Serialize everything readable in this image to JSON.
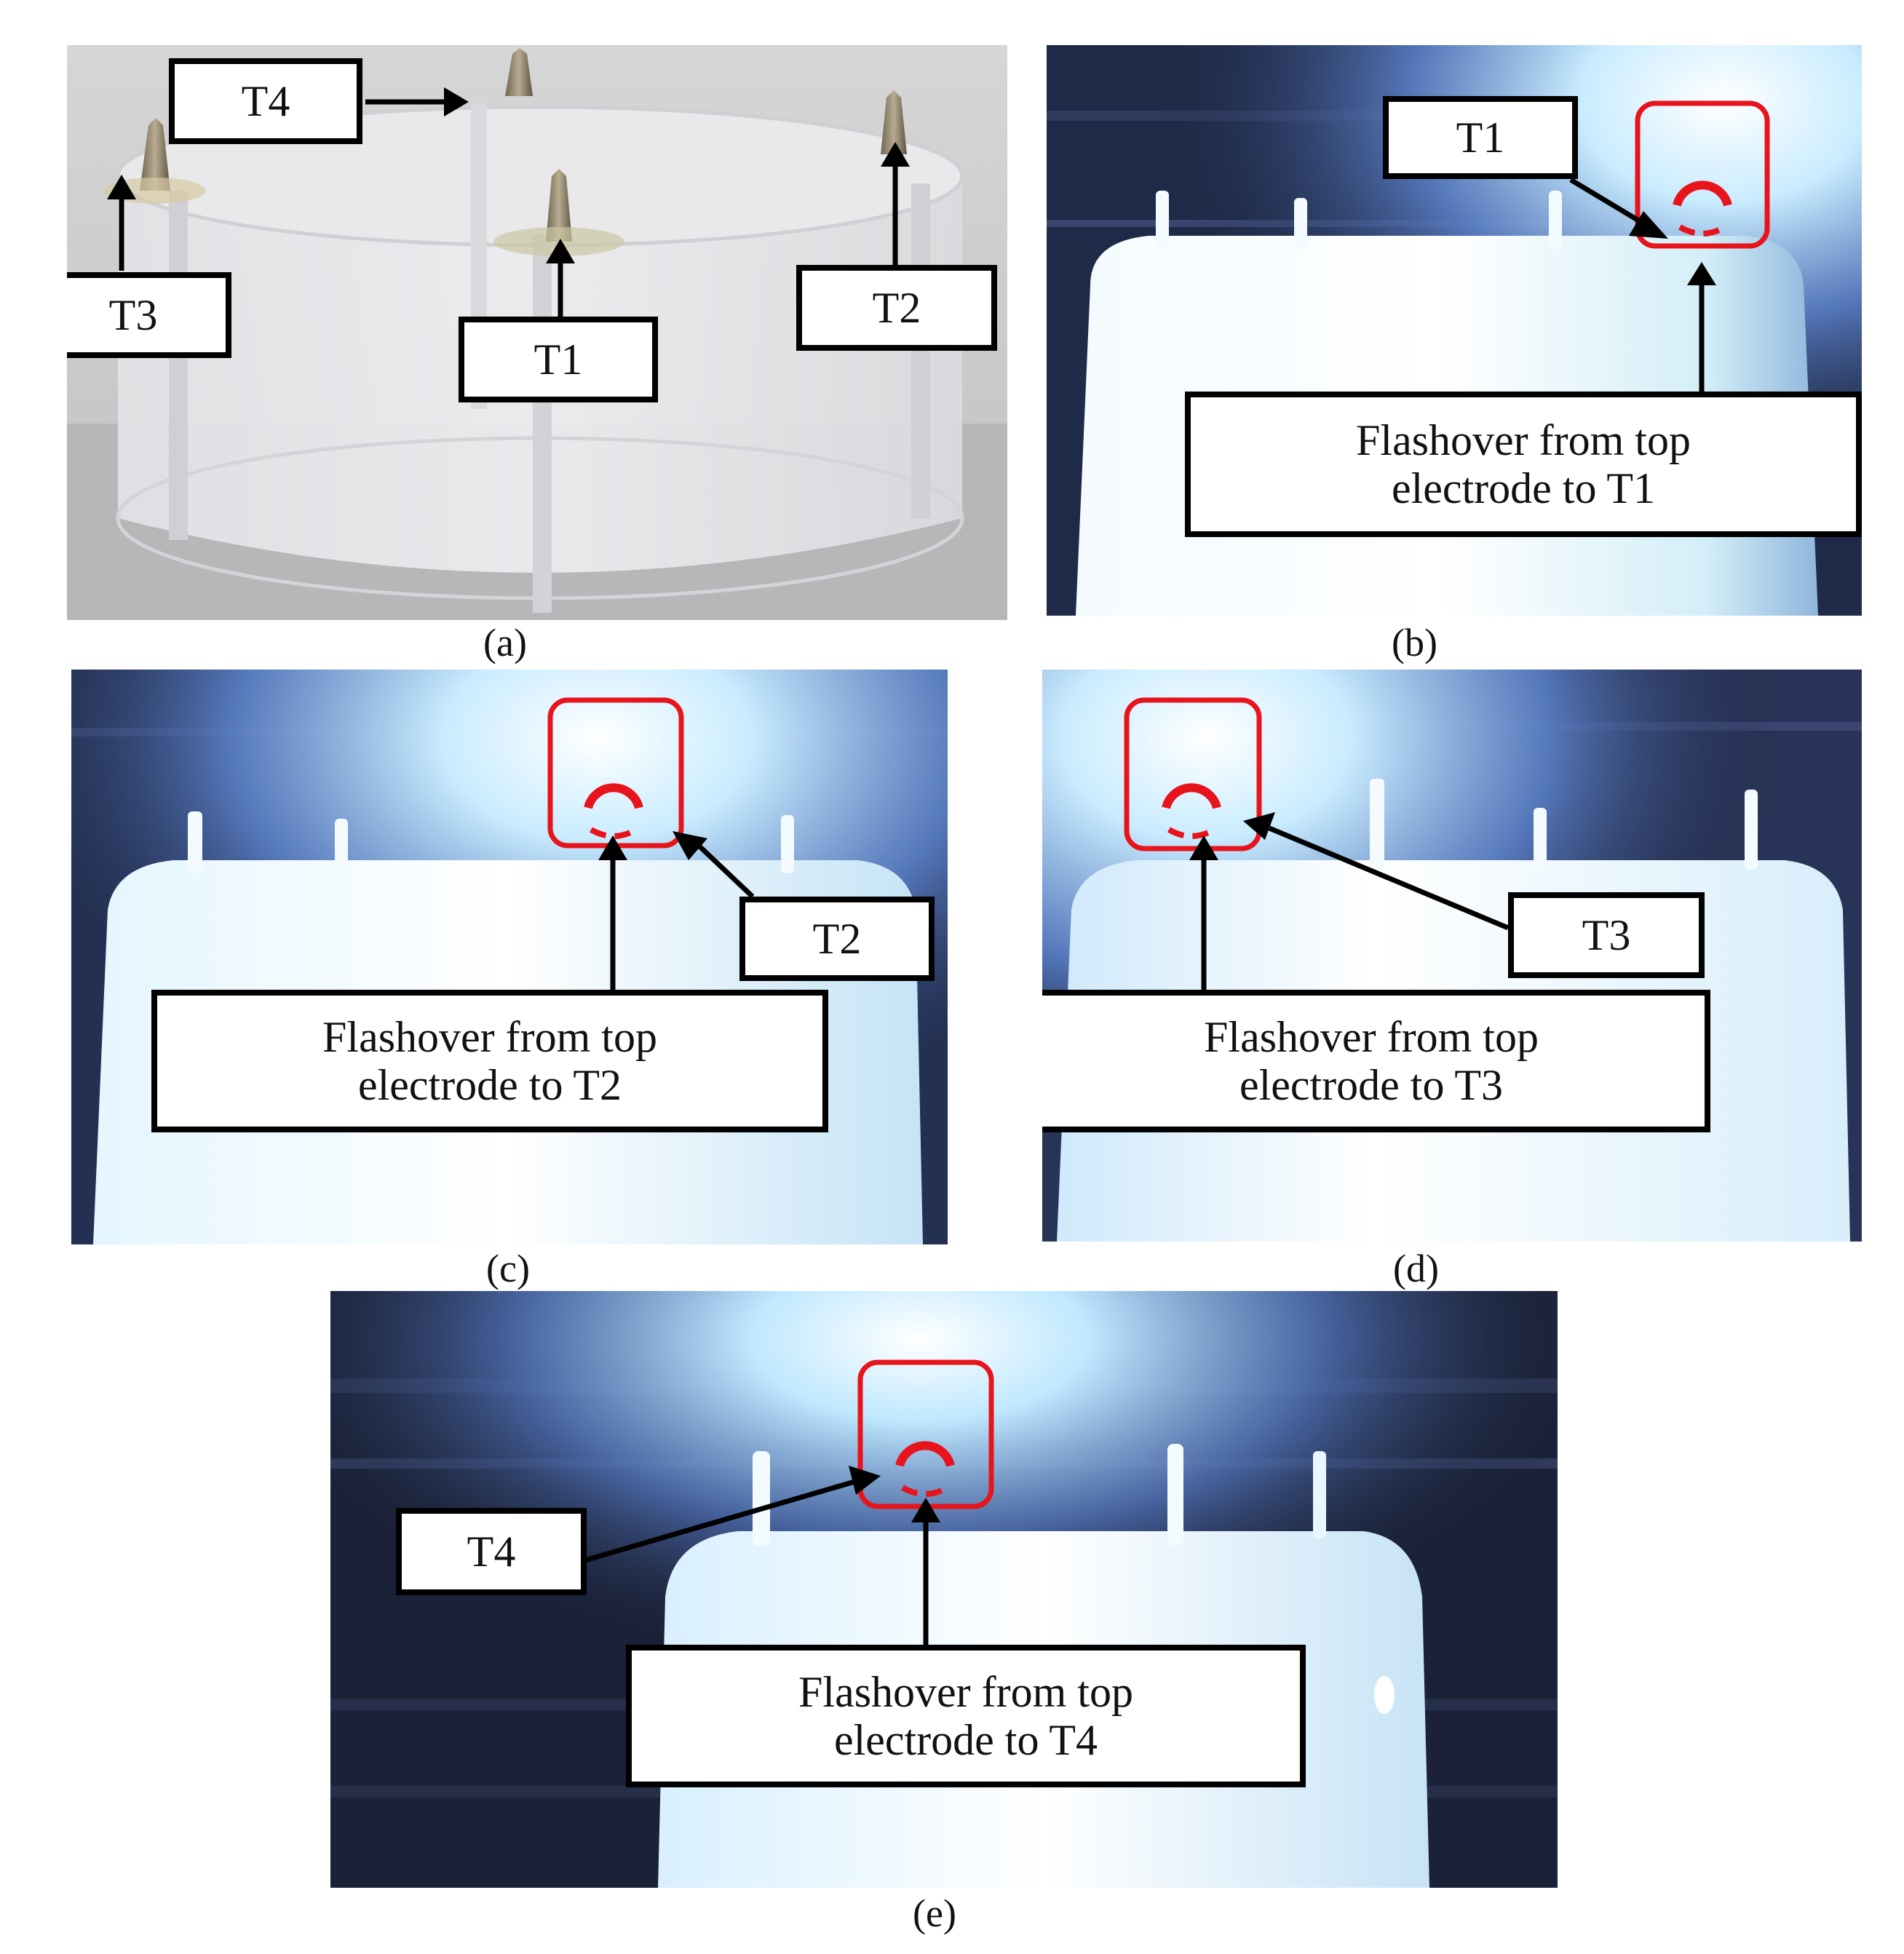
{
  "panels": {
    "a": {
      "caption": "(a)",
      "labels": {
        "t1": "T1",
        "t2": "T2",
        "t3": "T3",
        "t4": "T4"
      }
    },
    "b": {
      "caption": "(b)",
      "tag": "T1",
      "flashover_line1": "Flashover from top",
      "flashover_line2": "electrode to T1"
    },
    "c": {
      "caption": "(c)",
      "tag": "T2",
      "flashover_line1": "Flashover from top",
      "flashover_line2": "electrode to T2"
    },
    "d": {
      "caption": "(d)",
      "tag": "T3",
      "flashover_line1": "Flashover from top",
      "flashover_line2": "electrode to T3"
    },
    "e": {
      "caption": "(e)",
      "tag": "T4",
      "flashover_line1": "Flashover from top",
      "flashover_line2": "electrode to T4"
    }
  },
  "colors": {
    "highlight": "#e8141c",
    "arrow": "#000000",
    "glow": "#e6f6ff",
    "dark_bg": "#1c2540"
  }
}
